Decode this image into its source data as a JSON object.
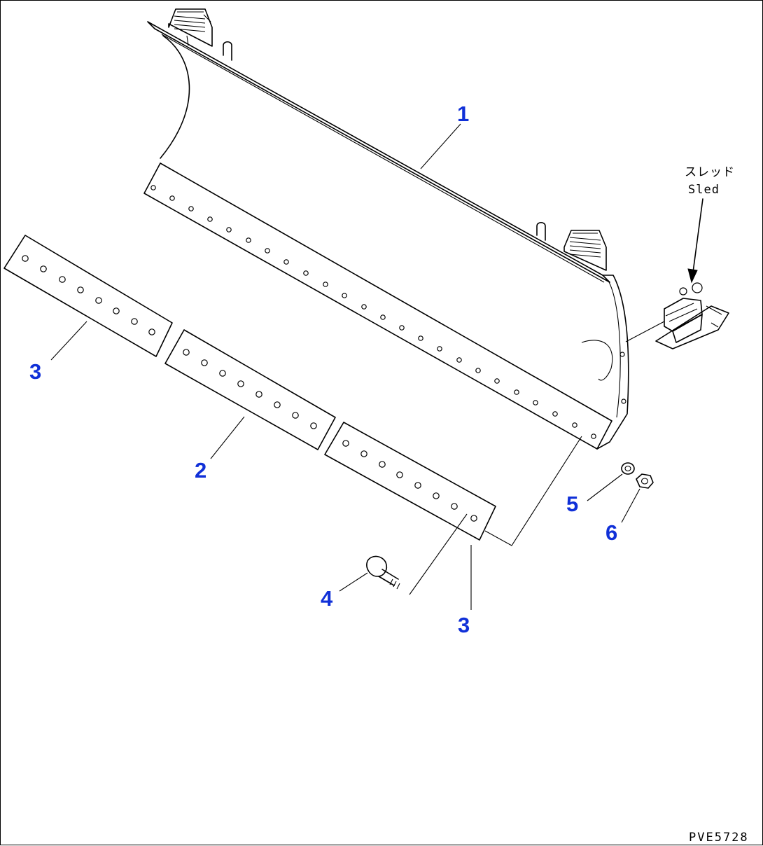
{
  "callouts": [
    {
      "id": "c1",
      "label": "1"
    },
    {
      "id": "c2",
      "label": "2"
    },
    {
      "id": "c3a",
      "label": "3"
    },
    {
      "id": "c3b",
      "label": "3"
    },
    {
      "id": "c4",
      "label": "4"
    },
    {
      "id": "c5",
      "label": "5"
    },
    {
      "id": "c6",
      "label": "6"
    }
  ],
  "sled_note": {
    "japanese": "スレッド",
    "english": "Sled"
  },
  "drawing_code": "PVE5728",
  "colors": {
    "callout": "#1030d8",
    "line": "#000000",
    "background": "#ffffff"
  }
}
